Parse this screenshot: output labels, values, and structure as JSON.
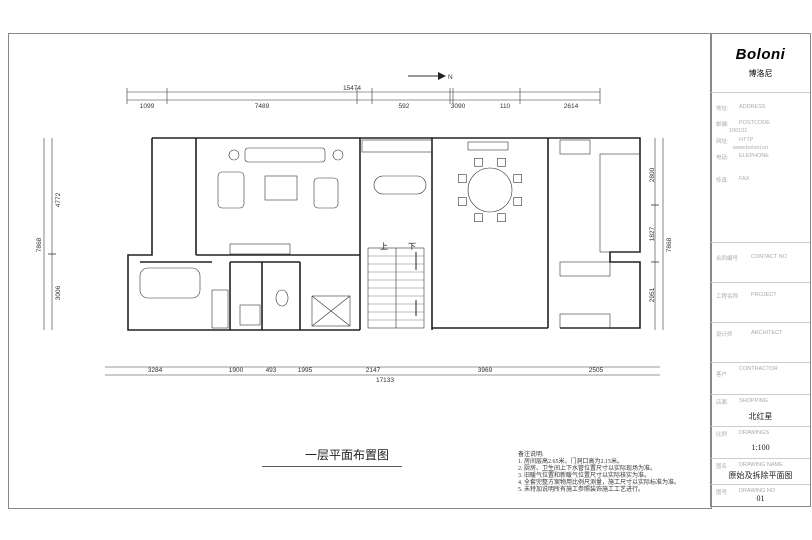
{
  "drawing": {
    "title": "一层平面布置图",
    "north": "N",
    "stairs_up": "上",
    "stairs_down": "下",
    "dims_top": [
      "1099",
      "7489",
      "592",
      "3090",
      "110",
      "2614"
    ],
    "dim_top_total": "15474",
    "dims_bottom": [
      "3284",
      "1900",
      "493",
      "1995",
      "2147",
      "3969",
      "2505"
    ],
    "dim_bottom_total": "17133",
    "dims_left": [
      "4772",
      "3006"
    ],
    "dim_left_total": "7868",
    "dims_right": [
      "2800",
      "1827",
      "2951"
    ],
    "dim_right_total": "7868"
  },
  "notes": {
    "heading": "备注说明:",
    "items": [
      "1. 房间层高2.65米，门洞口高为2.15米。",
      "2. 厨房、卫生间上下水管位置尺寸以实际现场为准。",
      "3. 旧暖气位置和新暖气位置尺寸以实际核实为准。",
      "4. 全套完整方案物用比例尺测量，施工尺寸以实际标准为准。",
      "5. 未特加说明所有施工参照装饰施工工艺进行。"
    ]
  },
  "title_block": {
    "brand": "Boloni",
    "brand_cn": "博洛尼",
    "address_k": "地址:",
    "address": "ADDRESS",
    "postcode_k": "邮编:",
    "postcode": "POSTCODE",
    "postcode_v": "100101",
    "http_k": "网址:",
    "http": "HTTP",
    "http_v": "www.boloni.cn",
    "phone_k": "电话:",
    "phone": "ELEPHONE",
    "fax_k": "传真:",
    "fax": "FAX",
    "contact_k": "合同编号",
    "contact": "CONTACT NO",
    "project_k": "工程名称",
    "project": "PROJECT",
    "architect_k": "设计师",
    "architect": "ARCHITECT",
    "contractor_k": "客户",
    "contractor": "CONTRACTOR",
    "shopping_k": "店面",
    "shopping": "SHOPPING",
    "shopping_v": "北红星",
    "drawings_k": "比例",
    "drawings": "DRAWINGS",
    "drawings_v": "1:100",
    "name_k": "图名",
    "name": "DRAWING NAME",
    "name_v": "原始及拆除平面图",
    "no_k": "图号",
    "no": "DRAWING NO",
    "no_v": "01"
  }
}
